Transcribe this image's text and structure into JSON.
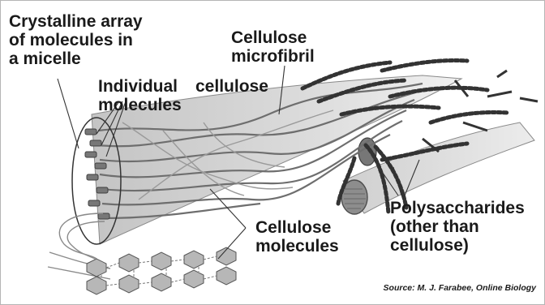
{
  "labels": {
    "crystalline": [
      "Crystalline array",
      "of molecules in",
      "a micelle"
    ],
    "individual_a": "Individual",
    "individual_b": "molecules",
    "cellulose_word": "cellulose",
    "microfibril": [
      "Cellulose",
      "microfibril"
    ],
    "cellulose_molecules": [
      "Cellulose",
      "molecules"
    ],
    "polysaccharides": [
      "Polysaccharides",
      "(other than",
      "cellulose)"
    ]
  },
  "source": "Source: M. J. Farabee, Online Biology"
}
